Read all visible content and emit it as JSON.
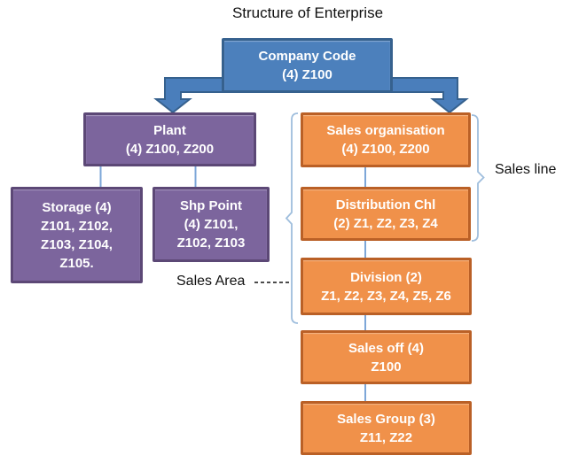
{
  "title": "Structure of Enterprise",
  "labels": {
    "sales_line": "Sales line",
    "sales_area": "Sales Area"
  },
  "nodes": {
    "company_code": {
      "lines": [
        "Company Code",
        "(4) Z100"
      ]
    },
    "plant": {
      "lines": [
        "Plant",
        "(4) Z100, Z200"
      ]
    },
    "storage": {
      "lines": [
        "Storage (4)",
        "Z101, Z102,",
        "Z103, Z104,",
        "Z105."
      ]
    },
    "shp_point": {
      "lines": [
        "Shp Point",
        "(4) Z101,",
        "Z102, Z103"
      ]
    },
    "sales_org": {
      "lines": [
        "Sales organisation",
        "(4) Z100, Z200"
      ]
    },
    "dist_chl": {
      "lines": [
        "Distribution Chl",
        "(2) Z1, Z2, Z3, Z4"
      ]
    },
    "division": {
      "lines": [
        "Division (2)",
        "Z1, Z2, Z3, Z4, Z5, Z6"
      ]
    },
    "sales_off": {
      "lines": [
        "Sales off (4)",
        "Z100"
      ]
    },
    "sales_group": {
      "lines": [
        "Sales Group (3)",
        "Z11, Z22"
      ]
    }
  },
  "colors": {
    "company_fill": "#4C80BC",
    "company_border": "#36618E",
    "plant_fill": "#7C659D",
    "plant_border": "#5C4876",
    "sales_fill": "#F0914A",
    "sales_border": "#BA6026",
    "arrow_fill": "#4A7EBB",
    "arrow_outline": "#36618E",
    "connector_line": "#7DA7D8",
    "bracket_line": "#9FBEDD",
    "dashed_line": "#111111",
    "text_on_node": "#FFFFFF"
  }
}
